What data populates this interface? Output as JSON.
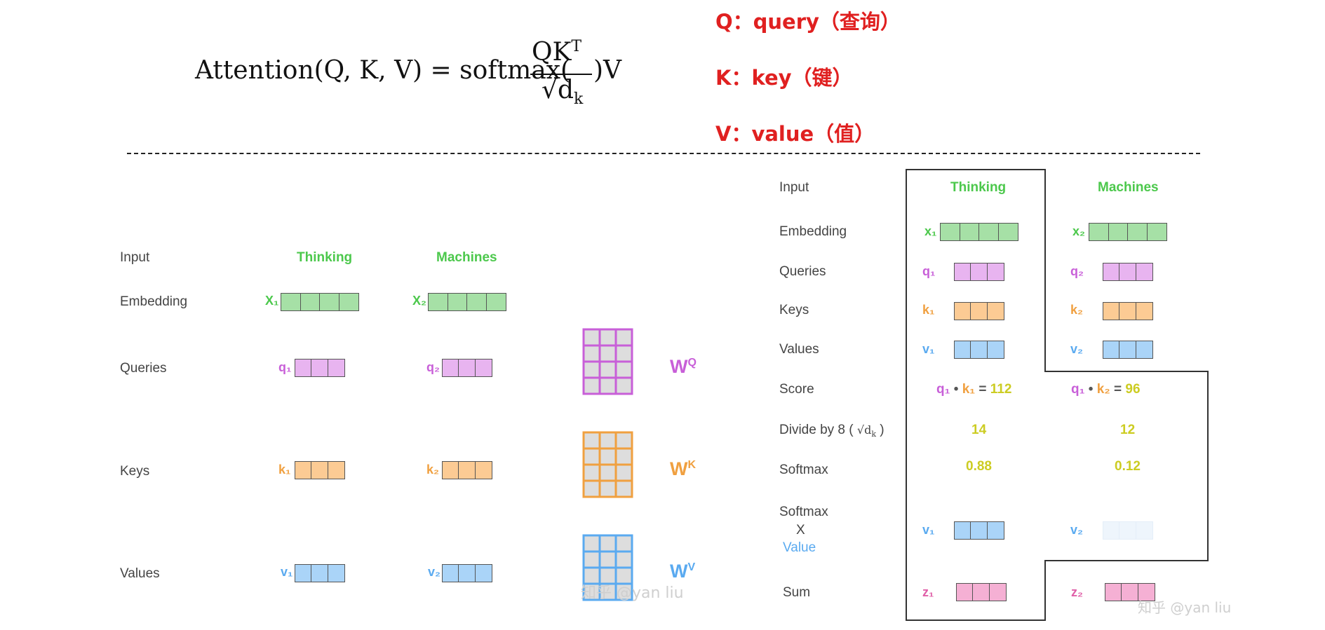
{
  "formula": {
    "lhs": "Attention(Q, K, V) = softmax(",
    "numerator": "QK",
    "numerator_sup": "T",
    "denominator": "√d",
    "denominator_sub": "k",
    "rhs": ")V"
  },
  "legend": [
    "Q：query（查询）",
    "K：key（键）",
    "V：value（值）"
  ],
  "left": {
    "row_labels": [
      "Input",
      "Embedding",
      "Queries",
      "Keys",
      "Values"
    ],
    "words": [
      "Thinking",
      "Machines"
    ],
    "vec_labels": {
      "x1": "X₁",
      "x2": "X₂",
      "q1": "q₁",
      "q2": "q₂",
      "k1": "k₁",
      "k2": "k₂",
      "v1": "v₁",
      "v2": "v₂"
    },
    "weights": [
      {
        "name": "W",
        "sup": "Q",
        "color": "#c85fd8"
      },
      {
        "name": "W",
        "sup": "K",
        "color": "#f0a040"
      },
      {
        "name": "W",
        "sup": "V",
        "color": "#5aaaf0"
      }
    ]
  },
  "right": {
    "row_labels": {
      "input": "Input",
      "embedding": "Embedding",
      "queries": "Queries",
      "keys": "Keys",
      "values": "Values",
      "score": "Score",
      "divide": "Divide by 8 (",
      "divide_sqrt": "√d",
      "divide_sub": "k",
      "divide_close": ")",
      "softmax": "Softmax",
      "sx1": "Softmax",
      "sx2": "X",
      "sx3": "Value",
      "sum": "Sum"
    },
    "words": [
      "Thinking",
      "Machines"
    ],
    "vec_labels": {
      "x1": "x₁",
      "x2": "x₂",
      "q1": "q₁",
      "q2": "q₂",
      "k1": "k₁",
      "k2": "k₂",
      "v1": "v₁",
      "v2": "v₂",
      "v1b": "v₁",
      "v2b": "v₂",
      "z1": "z₁",
      "z2": "z₂"
    },
    "score1": {
      "q": "q₁",
      "dot": "•",
      "k": "k₁",
      "eq": "=",
      "val": "112"
    },
    "score2": {
      "q": "q₁",
      "dot": "•",
      "k": "k₂",
      "eq": "=",
      "val": "96"
    },
    "divide_values": [
      "14",
      "12"
    ],
    "softmax_values": [
      "0.88",
      "0.12"
    ]
  },
  "watermarks": [
    "知乎 @yan liu",
    "知乎 @yan liu"
  ],
  "colors": {
    "embedding": "#a6e0a6",
    "query": "#e8b4f0",
    "key": "#fccb94",
    "value": "#aad4f8",
    "value_faded": "#eef5fc",
    "sum": "#f5b0d4",
    "matrix": "#dddddd"
  }
}
